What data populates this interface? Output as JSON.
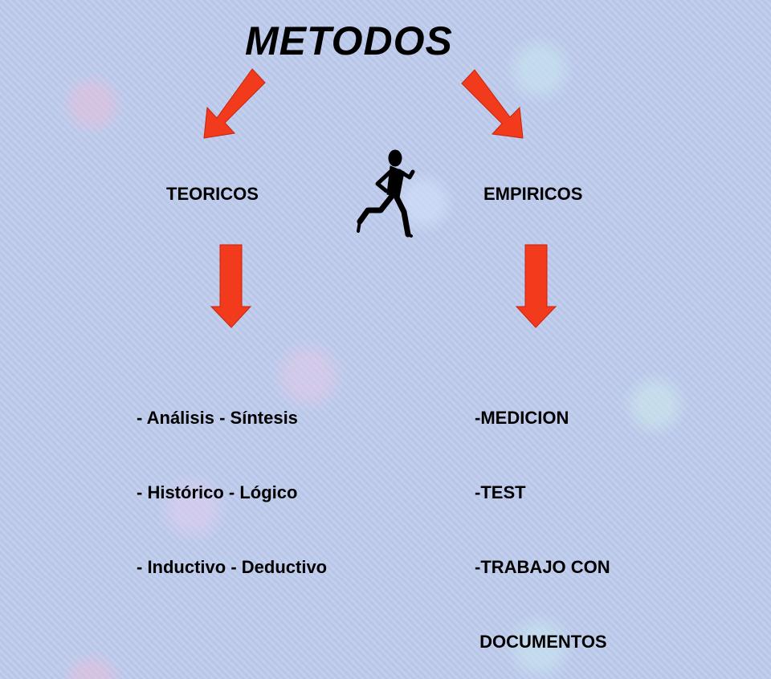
{
  "title": "METODOS",
  "left_branch": {
    "label": "TEORICOS",
    "items": [
      "- Análisis - Síntesis",
      "- Histórico - Lógico",
      "- Inductivo - Deductivo"
    ]
  },
  "right_branch": {
    "label": "EMPIRICOS",
    "items": [
      "-MEDICION",
      "-TEST",
      "-TRABAJO CON",
      " DOCUMENTOS"
    ]
  },
  "center_icon": "runner-icon",
  "colors": {
    "arrow": "#f23a1c",
    "arrow_edge": "#c8230c",
    "text": "#000000"
  }
}
